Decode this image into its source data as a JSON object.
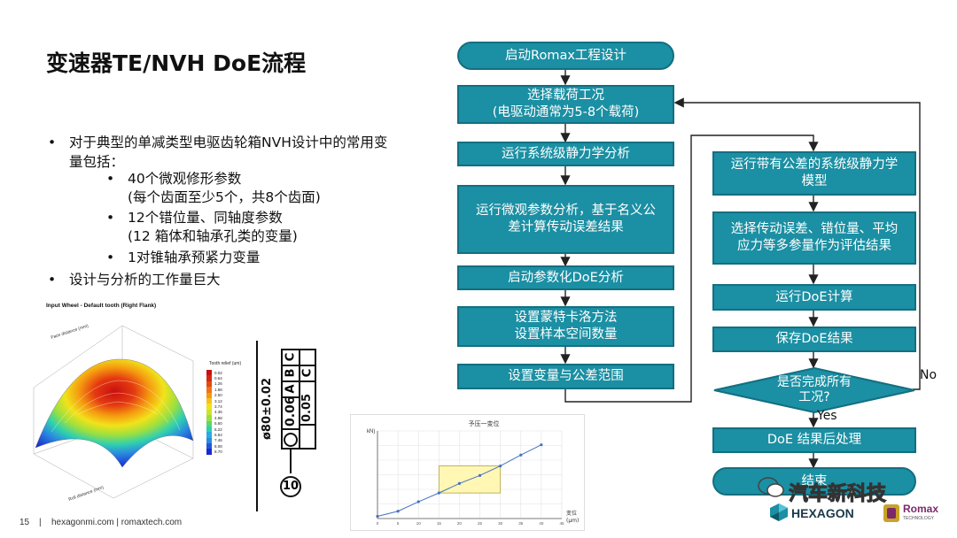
{
  "slide": {
    "title": "变速器TE/NVH DoE流程",
    "page_number": "15",
    "footer_sep": "|",
    "footer_text": "hexagonmi.com | romaxtech.com"
  },
  "bullets": [
    {
      "text_line1": "对于典型的单减类型电驱齿轮箱NVH设计中的常用变",
      "text_line2": "量包括："
    },
    {
      "text_line1": "设计与分析的工作量巨大"
    }
  ],
  "sub_bullets": [
    {
      "line1": "40个微观修形参数",
      "line2": "(每个齿面至少5个，共8个齿面)"
    },
    {
      "line1": "12个错位量、同轴度参数",
      "line2": "(12 箱体和轴承孔类的变量)"
    },
    {
      "line1": "1对锥轴承预紧力变量"
    }
  ],
  "flow": {
    "start": "启动Romax工程设计",
    "n1_l1": "选择载荷工况",
    "n1_l2": "(电驱动通常为5-8个载荷)",
    "n2": "运行系统级静力学分析",
    "n3_l1": "运行微观参数分析，基于名义公",
    "n3_l2": "差计算传动误差结果",
    "n4": "启动参数化DoE分析",
    "n5_l1": "设置蒙特卡洛方法",
    "n5_l2": "设置样本空间数量",
    "n6": "设置变量与公差范围",
    "r1_l1": "运行带有公差的系统级静力学",
    "r1_l2": "模型",
    "r2_l1": "选择传动误差、错位量、平均",
    "r2_l2": "应力等多参量作为评估结果",
    "r3": "运行DoE计算",
    "r4": "保存DoE结果",
    "decision_l1": "是否完成所有",
    "decision_l2": "工况?",
    "yes": "Yes",
    "no": "No",
    "r5": "DoE 结果后处理",
    "end": "结束"
  },
  "surface_plot": {
    "title": "Input Wheel - Default tooth (Right Flank)",
    "legend_title": "Tooth relief (um)",
    "legend_values": [
      "0.02",
      "0.64",
      "1.26",
      "1.88",
      "2.50",
      "3.12",
      "3.74",
      "4.36",
      "4.98",
      "5.60",
      "6.22",
      "6.84",
      "7.46",
      "8.08",
      "8.70"
    ],
    "axis_label_1": "Face distance (mm)",
    "axis_label_2": "Roll distance (mm)"
  },
  "gdt": {
    "diameter_text": "ø80±0.02",
    "row1_value": "0.06",
    "row1_datum_a": "A",
    "row1_datum_b": "B",
    "row1_datum_c": "C",
    "row2_value": "0.05",
    "row2_datum": "C",
    "circle_number": "10"
  },
  "chart_data": {
    "type": "line",
    "title": "予压一变位",
    "ylabel": "kN)",
    "xlabel_line1": "变位",
    "xlabel_line2": "(μm)",
    "x": [
      0,
      5,
      10,
      15,
      20,
      25,
      30,
      35,
      40
    ],
    "y": [
      0.3,
      1.0,
      2.3,
      3.5,
      4.8,
      5.9,
      7.2,
      8.7,
      10.1
    ],
    "xlim": [
      0,
      45
    ],
    "ylim": [
      0,
      12
    ],
    "xticks": [
      "0",
      "5",
      "10",
      "15",
      "20",
      "25",
      "30",
      "35",
      "40",
      "45"
    ],
    "series_color": "#4472c4",
    "highlight_x": [
      15,
      30
    ],
    "highlight_y": [
      3.5,
      7.2
    ],
    "highlight_color": "#fff7b3",
    "grid": true
  },
  "logos": {
    "hexagon": "HEXAGON",
    "romax": "Romax",
    "romax_sub": "TECHNOLOGY",
    "watermark": "汽车新科技"
  },
  "colors": {
    "node_fill": "#1b8fa3",
    "node_border": "#136f80",
    "line": "#222222"
  }
}
